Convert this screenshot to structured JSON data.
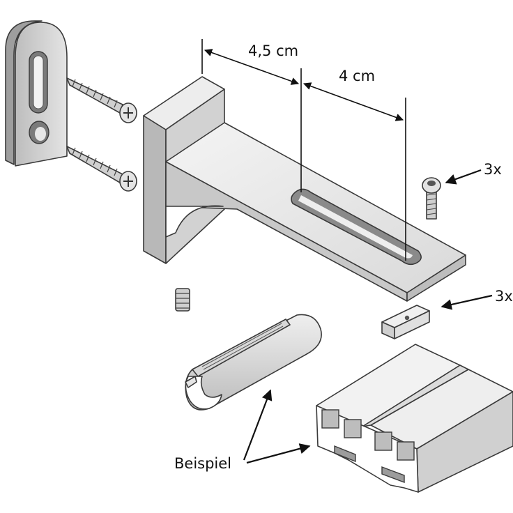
{
  "dimensions": {
    "width_label": "4,5 cm",
    "slot_label": "4 cm"
  },
  "callouts": {
    "screw_count": "3x",
    "block_count": "3x",
    "example_label": "Beispiel"
  }
}
